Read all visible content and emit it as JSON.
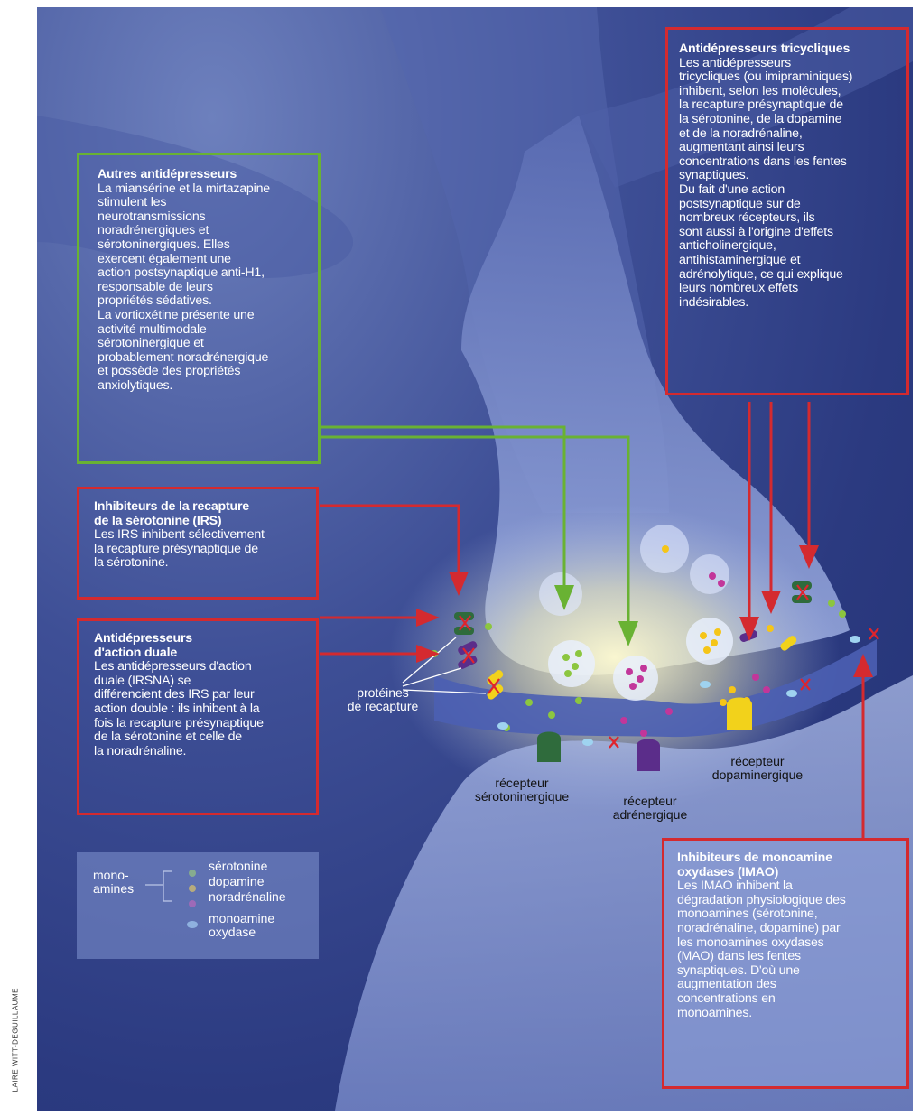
{
  "credit": "LAIRE WITT-DEGUILLAUME",
  "boxes": {
    "tricycliques": {
      "title": "Antidépresseurs tricycliques",
      "body": "Les antidépresseurs\ntricycliques (ou imipraminiques)\ninhibent, selon les molécules,\nla recapture présynaptique de\nla sérotonine, de la dopamine\net de la noradrénaline,\naugmentant ainsi leurs\nconcentrations dans les fentes\nsynaptiques.\nDu fait d'une action\npostsynaptique sur de\nnombreux récepteurs, ils\nsont aussi à l'origine d'effets\nanticholinergique,\nantihistaminergique et\nadrénolytique, ce qui explique\nleurs nombreux effets\nindésirables."
    },
    "autres": {
      "title": "Autres antidépresseurs",
      "body": "La miansérine et la mirtazapine\nstimulent les\nneurotransmissions\nnoradrénergiques et\nsérotoninergiques. Elles\nexercent également une\naction postsynaptique anti-H1,\nresponsable de leurs\npropriétés sédatives.\nLa vortioxétine présente une\nactivité multimodale\nsérotoninergique et\nprobablement noradrénergique\net possède des propriétés\nanxiolytiques."
    },
    "irs": {
      "title": "Inhibiteurs de la recapture\nde la sérotonine (IRS)",
      "body": "Les IRS inhibent sélectivement\nla recapture présynaptique de\nla sérotonine."
    },
    "duale": {
      "title": "Antidépresseurs\nd'action duale",
      "body": "Les antidépresseurs d'action\nduale (IRSNA) se\ndifférencient des IRS par leur\naction double : ils inhibent à la\nfois la recapture présynaptique\nde la sérotonine et celle de\nla noradrénaline."
    },
    "imao": {
      "title": "Inhibiteurs de monoamine\noxydases (IMAO)",
      "body": "Les IMAO inhibent la\ndégradation physiologique des\nmonoamines (sérotonine,\nnoradrénaline, dopamine) par\nles monoamines oxydases\n(MAO) dans les fentes\nsynaptiques. D'où une\naugmentation des\nconcentrations en\nmonoamines."
    }
  },
  "labels": {
    "proteines": "protéines\nde recapture",
    "recepteur_sero": "récepteur\nsérotoninergique",
    "recepteur_adre": "récepteur\nadrénergique",
    "recepteur_dopa": "récepteur\ndopaminergique"
  },
  "legend": {
    "group": "mono-\namines",
    "items": [
      "sérotonine",
      "dopamine",
      "noradrénaline"
    ],
    "enzyme": "monoamine\noxydase"
  },
  "colors": {
    "red_frame": "#d42a2f",
    "green_frame": "#69b233",
    "serotonine": "#8cc63f",
    "dopamine": "#f5c518",
    "noradrenaline": "#c2369a",
    "monoamine_oxydase": "#9fd3f0",
    "receptor_sero": "#2f6b3c",
    "receptor_adre": "#5b2d8a",
    "receptor_dopa": "#f2d21b"
  }
}
